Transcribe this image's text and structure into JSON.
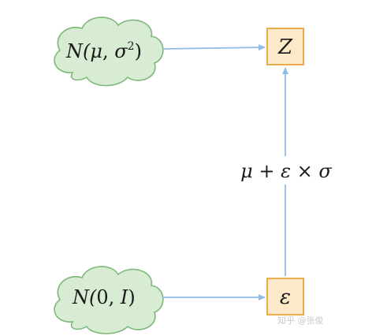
{
  "colors": {
    "cloud_fill": "#d8ecd4",
    "cloud_stroke": "#7fb87a",
    "box_fill": "#fde8c8",
    "box_stroke": "#e7a53e",
    "arrow": "#8fbde6",
    "text": "#1a1a1a",
    "watermark": "#c9c9c9"
  },
  "nodes": {
    "cloud_top": {
      "name_prefix": "N(",
      "mu": "μ",
      "comma": ", ",
      "sigma": "σ",
      "exponent": "2",
      "suffix": ")"
    },
    "cloud_bottom": {
      "name_prefix": "N(",
      "zero": "0",
      "comma": ", ",
      "identity": "I",
      "suffix": ")"
    },
    "box_z": {
      "label": "Z"
    },
    "box_epsilon": {
      "label": "ε"
    }
  },
  "edge_label": {
    "mu": "μ",
    "plus": " + ",
    "epsilon": "ε",
    "times": " × ",
    "sigma": "σ"
  },
  "watermark": {
    "text": "知乎 @张俊"
  }
}
